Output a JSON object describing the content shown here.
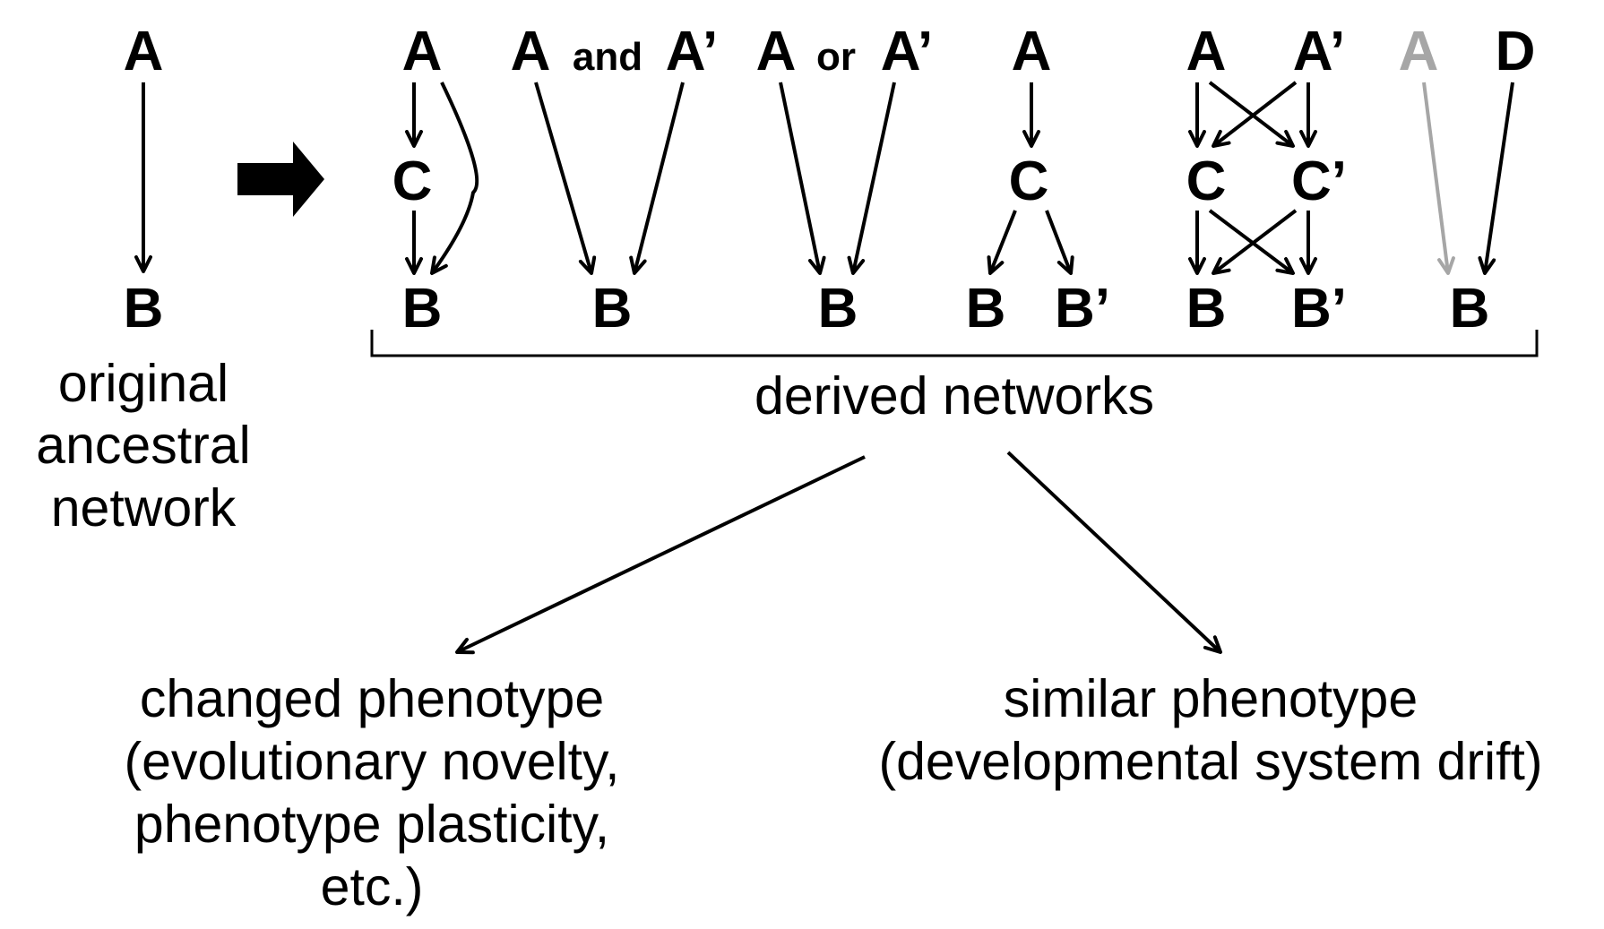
{
  "original": {
    "node_a": "A",
    "node_b": "B",
    "caption_lines": [
      "original",
      "ancestral",
      "network"
    ]
  },
  "derived": {
    "caption": "derived networks",
    "net1": {
      "top": "A",
      "mid": "C",
      "bottom": "B"
    },
    "net2": {
      "left": "A",
      "joiner": "and",
      "right": "A’",
      "bottom": "B"
    },
    "net3": {
      "left": "A",
      "joiner": "or",
      "right": "A’",
      "bottom": "B"
    },
    "net4": {
      "top": "A",
      "mid": "C",
      "bottom_left": "B",
      "bottom_right": "B’"
    },
    "net5": {
      "top_left": "A",
      "top_right": "A’",
      "mid_left": "C",
      "mid_right": "C’",
      "bottom_left": "B",
      "bottom_right": "B’"
    },
    "net6": {
      "top_left": "A",
      "top_right": "D",
      "bottom": "B"
    }
  },
  "outcomes": {
    "changed": [
      "changed phenotype",
      "(evolutionary novelty,",
      "phenotype plasticity,",
      "etc.)"
    ],
    "similar": [
      "similar phenotype",
      "(developmental system drift)"
    ]
  },
  "colors": {
    "ink": "#000000",
    "lost_regulator": "#a6a6a6",
    "background": "#ffffff"
  }
}
